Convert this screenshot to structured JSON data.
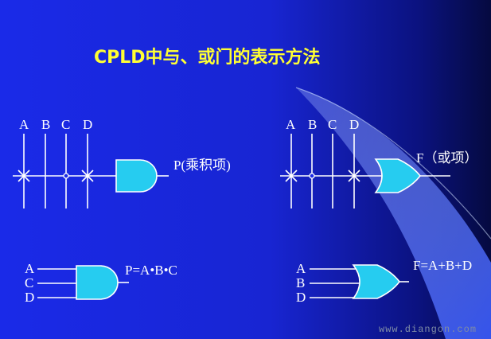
{
  "title": "CPLD中与、或门的表示方法",
  "left_top": {
    "inputs": [
      "A",
      "B",
      "C",
      "D"
    ],
    "output": "P(乘积项)"
  },
  "right_top": {
    "inputs": [
      "A",
      "B",
      "C",
      "D"
    ],
    "output": "F（或项）"
  },
  "left_bottom": {
    "inputs": [
      "A",
      "C",
      "D"
    ],
    "expression": "P=A•B•C"
  },
  "right_bottom": {
    "inputs": [
      "A",
      "B",
      "D"
    ],
    "expression": "F=A+B+D"
  },
  "watermark": "www.diangon.com",
  "colors": {
    "background": "#1c2be6",
    "gate_fill": "#26ccf0",
    "title": "#ffff33",
    "wire": "#ffffff"
  }
}
